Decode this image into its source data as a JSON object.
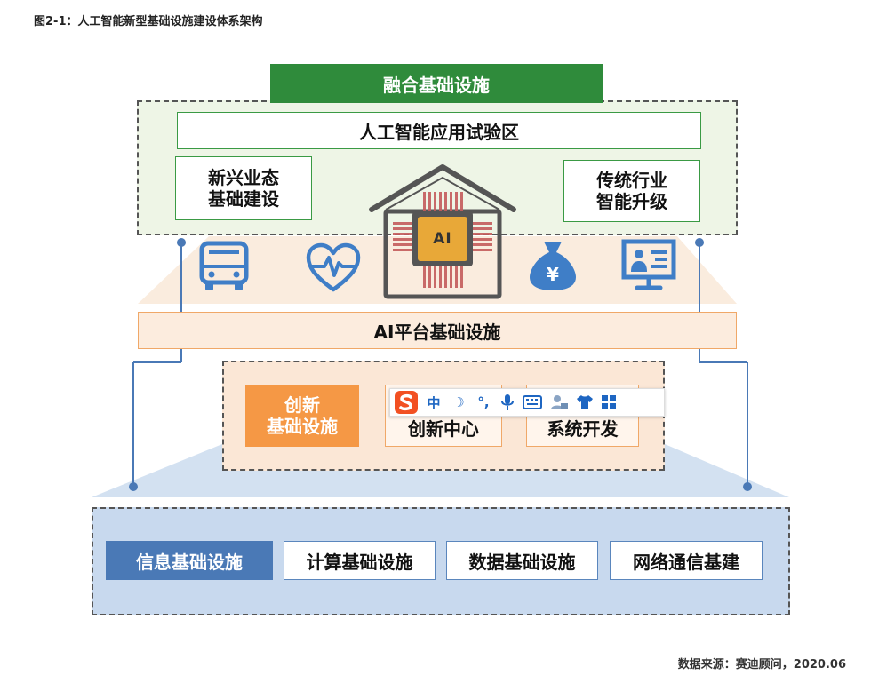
{
  "title": "图2-1：人工智能新型基础设施建设体系架构",
  "source": "数据来源：赛迪顾问，2020.06",
  "fusion": {
    "header": "融合基础设施",
    "ai_zone": "人工智能应用试验区",
    "new_business": [
      "新兴业态",
      "基础建设"
    ],
    "traditional_upgrade": [
      "传统行业",
      "智能升级"
    ]
  },
  "center_icon": {
    "name": "house-ai-chip-icon",
    "label": "AI"
  },
  "side_icons": [
    "bus-icon",
    "heart-pulse-icon",
    "money-bag-icon",
    "presentation-screen-icon"
  ],
  "money_symbol": "¥",
  "ai_platform": "AI平台基础设施",
  "innovation": {
    "main": [
      "创新",
      "基础设施"
    ],
    "center": "创新中心",
    "dev": "系统开发"
  },
  "ime_toolbar": {
    "items": [
      "中",
      "☽",
      "°,"
    ],
    "icons": [
      "sogou-s-icon",
      "microphone-icon",
      "keyboard-icon",
      "user-icon",
      "shirt-icon",
      "grid-icon"
    ]
  },
  "info_layer": [
    "信息基础设施",
    "计算基础设施",
    "数据基础设施",
    "网络通信基建"
  ],
  "colors": {
    "fusion_green": "#2f8b3b",
    "platform_orange": "#f0a868",
    "innovation_orange": "#f59845",
    "info_blue": "#4a79b6",
    "connector_blue": "#4a79b6",
    "icon_blue": "#3f7ec7",
    "chip_orange": "#e8a838"
  }
}
